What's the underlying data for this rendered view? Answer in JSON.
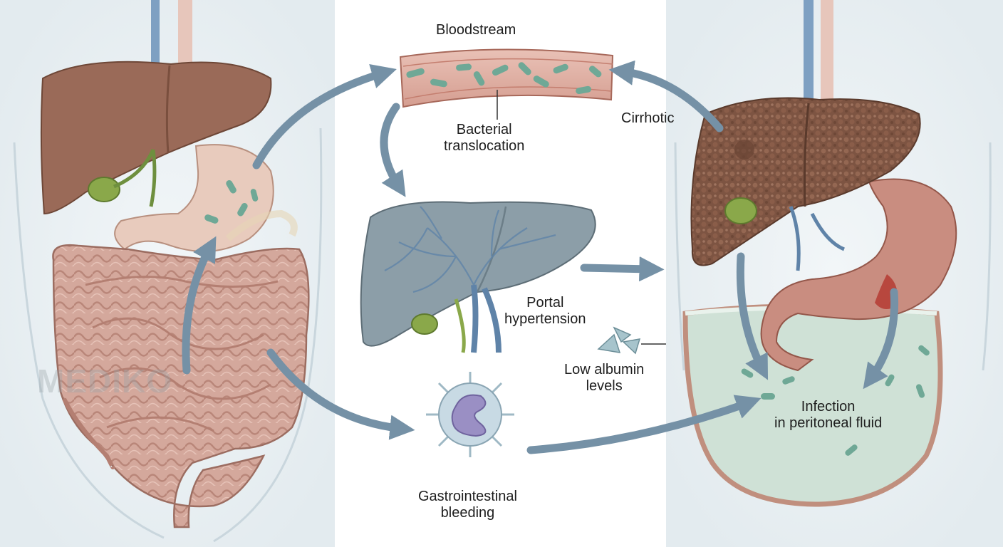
{
  "labels": {
    "bloodstream": "Bloodstream",
    "bacterial_translocation": [
      "Bacterial",
      "translocation"
    ],
    "cirrhotic": "Cirrhotic",
    "portal_hypertension": [
      "Portal",
      "hypertension"
    ],
    "low_albumin": [
      "Low albumin",
      "levels"
    ],
    "infection": [
      "Infection",
      "in peritoneal fluid"
    ],
    "gi_bleeding": [
      "Gastrointestinal",
      "bleeding"
    ]
  },
  "watermark": "MEDIKO",
  "colors": {
    "arrow": "#7591a6",
    "liver_healthy": "#9a6a58",
    "liver_cirrhotic": "#7d5442",
    "intestine": "#d4a89c",
    "stomach": "#e8cbbd",
    "bacteria": "#6fa896",
    "fluid": "#cfe1d6",
    "portal_liver": "#8c9ea8",
    "vessel_vein": "#5f83a8",
    "cell_nucleus": "#9a8fc4"
  }
}
